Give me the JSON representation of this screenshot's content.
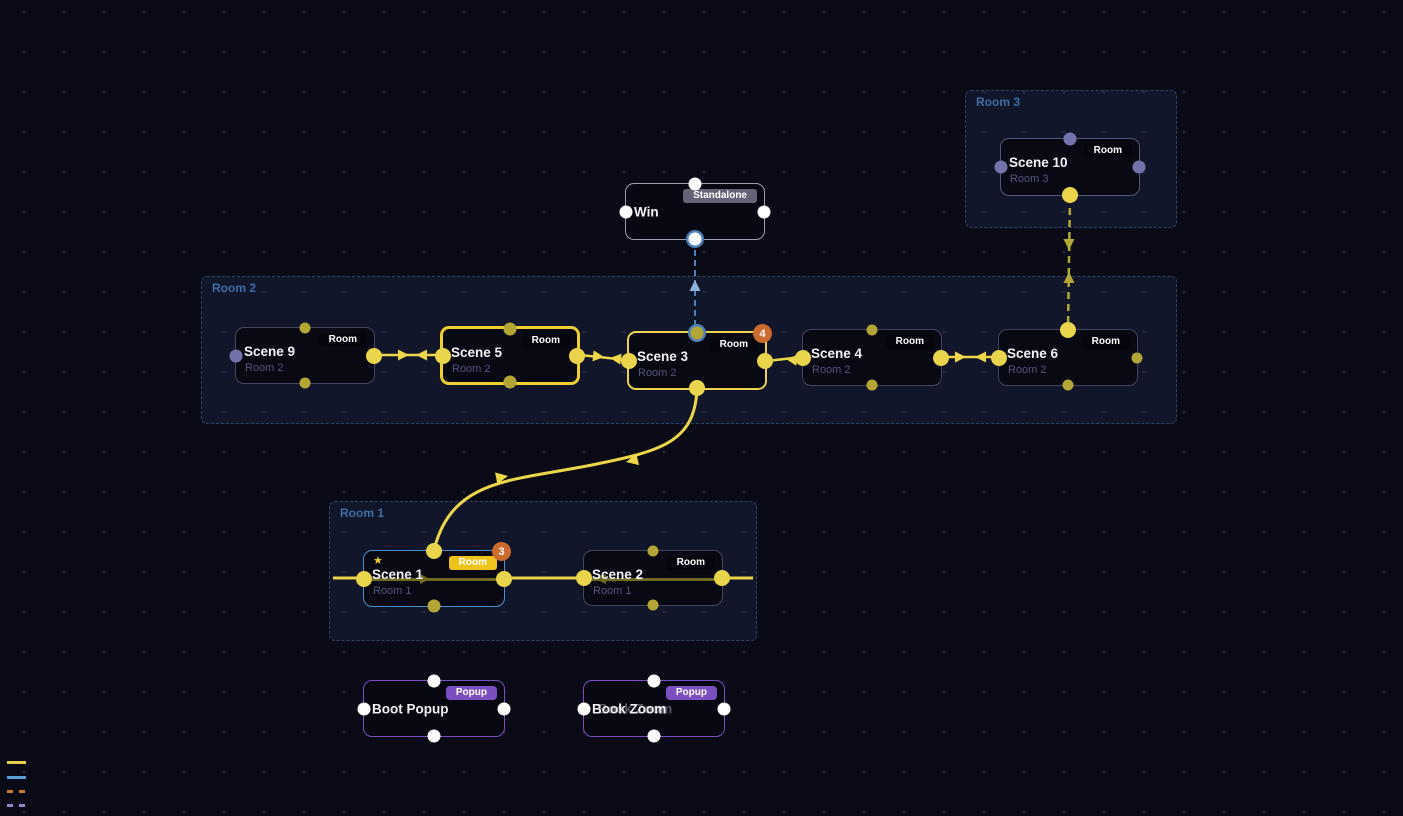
{
  "app": {
    "description": "scene flow node graph editor"
  },
  "groups": {
    "room1": {
      "label": "Room 1"
    },
    "room2": {
      "label": "Room 2"
    },
    "room3": {
      "label": "Room 3"
    }
  },
  "nodes": {
    "win": {
      "title": "Win",
      "badge": "Standalone"
    },
    "scene10": {
      "title": "Scene 10",
      "subtitle": "Room 3",
      "badge": "Room"
    },
    "scene9": {
      "title": "Scene 9",
      "subtitle": "Room 2",
      "badge": "Room"
    },
    "scene5": {
      "title": "Scene 5",
      "subtitle": "Room 2",
      "badge": "Room"
    },
    "scene3": {
      "title": "Scene 3",
      "subtitle": "Room 2",
      "badge": "Room",
      "count_badge": "4"
    },
    "scene4": {
      "title": "Scene 4",
      "subtitle": "Room 2",
      "badge": "Room"
    },
    "scene6": {
      "title": "Scene 6",
      "subtitle": "Room 2",
      "badge": "Room"
    },
    "scene1": {
      "title": "Scene 1",
      "subtitle": "Room 1",
      "badge": "Room",
      "count_badge": "3",
      "star": "★"
    },
    "scene2": {
      "title": "Scene 2",
      "subtitle": "Room 1",
      "badge": "Room"
    },
    "boot_popup": {
      "title": "Boot Popup",
      "badge": "Popup"
    },
    "book_zoom": {
      "title": "Book Zoom",
      "ghost_title": "Book Zoom",
      "badge": "Popup"
    }
  },
  "colors": {
    "background": "#0a0b17",
    "accent_yellow": "#ecd64a",
    "olive_yellow": "#b3a636",
    "selection_blue": "#4a8fd0",
    "link_blue_dashed": "#4d80b8",
    "popup_purple": "#7a4fc0",
    "count_badge_orange": "#cb6b2e",
    "group_border_blue": "#2c4266",
    "group_label_blue": "#3e6da8",
    "port_purple": "#7373ab",
    "room_badge_black": "#05050d",
    "room_badge_yellow_highlight": "#eec31c",
    "standalone_badge_gray": "#6c6c80"
  },
  "legend": {
    "items": [
      {
        "name": "yellow-solid-line",
        "color": "#e5cf4a",
        "style": "solid"
      },
      {
        "name": "blue-solid-line",
        "color": "#5b9bd5",
        "style": "solid"
      },
      {
        "name": "orange-dashed-line",
        "color": "#cf7a2e",
        "style": "dashed"
      },
      {
        "name": "purple-dashed-line",
        "color": "#8b8bc8",
        "style": "dashed"
      }
    ]
  }
}
